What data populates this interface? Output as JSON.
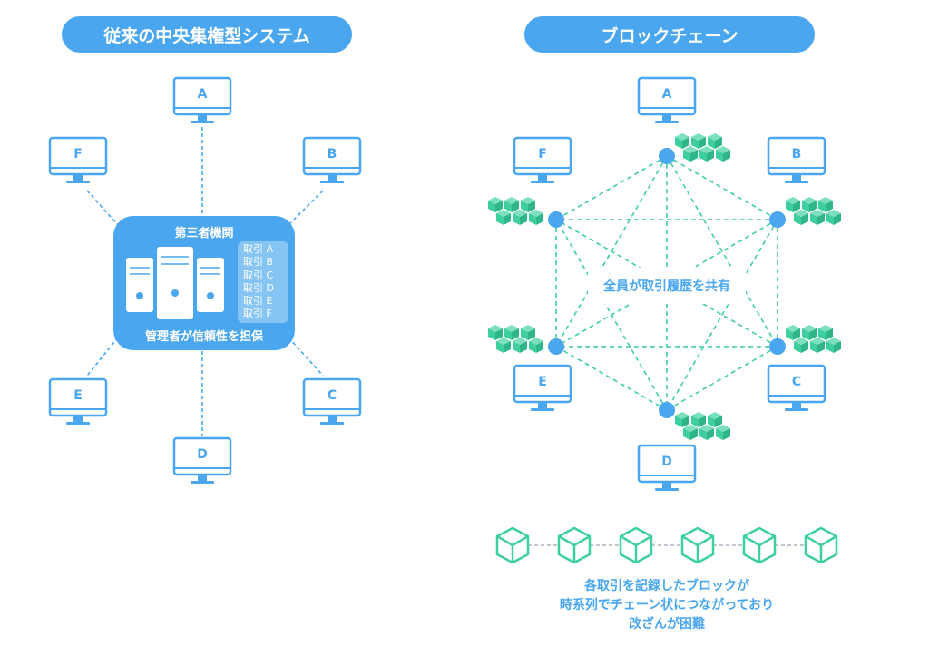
{
  "left": {
    "title": "従来の中央集権型システム",
    "nodes": [
      "A",
      "B",
      "C",
      "D",
      "E",
      "F"
    ],
    "center_title": "第三者機関",
    "ledger": [
      "取引 A",
      "取引 B",
      "取引 C",
      "取引 D",
      "取引 E",
      "取引 F"
    ],
    "center_caption": "管理者が信頼性を担保"
  },
  "right": {
    "title": "ブロックチェーン",
    "nodes": [
      "A",
      "B",
      "C",
      "D",
      "E",
      "F"
    ],
    "shared_caption": "全員が取引履歴を共有",
    "chain_caption": [
      "各取引を記録したブロックが",
      "時系列でチェーン状につながっており",
      "改ざんが困難"
    ]
  },
  "colors": {
    "blue": "#4aa6ee",
    "green": "#3fcf9e"
  },
  "icons": [
    "monitor-icon",
    "server-icon",
    "cube-icon",
    "network-node-icon"
  ]
}
